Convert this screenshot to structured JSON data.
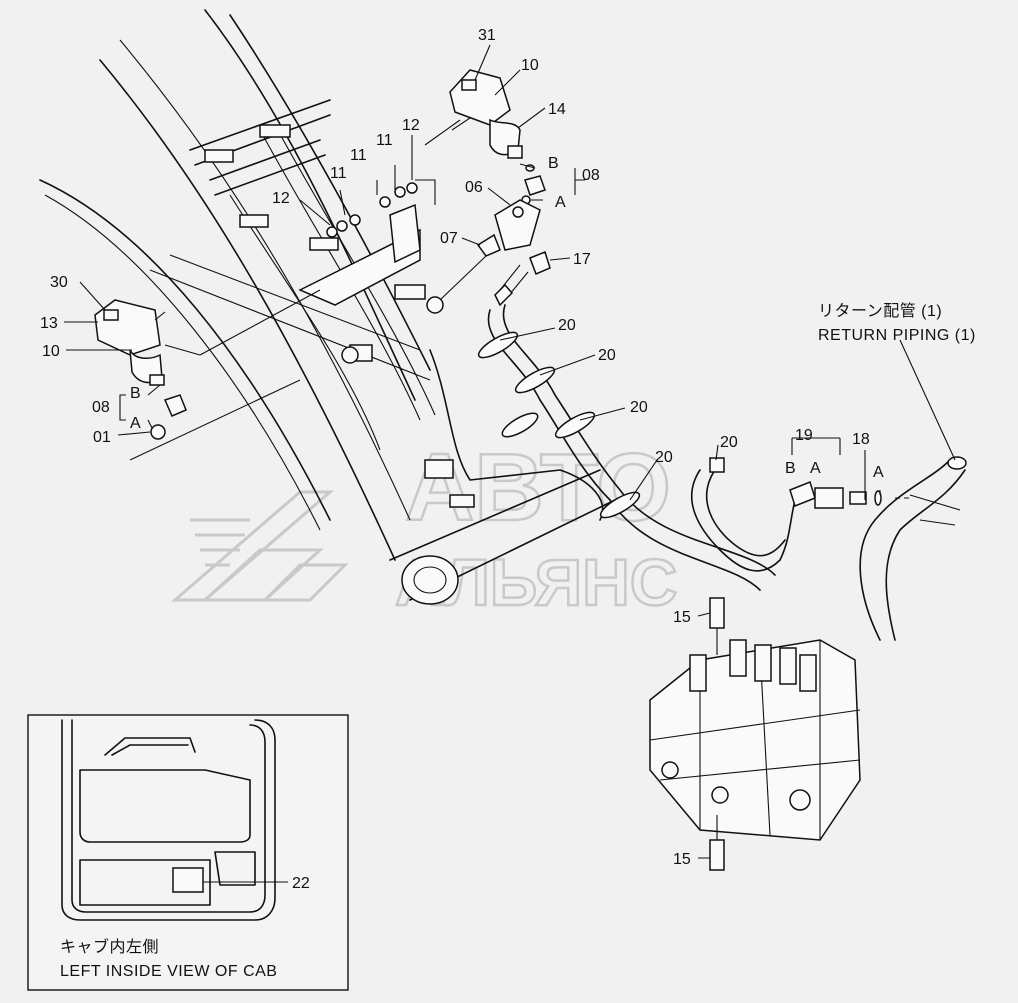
{
  "callouts": {
    "c31": "31",
    "c10_top": "10",
    "c14": "14",
    "c12_top": "12",
    "c11_a": "11",
    "c11_b": "11",
    "c11_c": "11",
    "c12_left": "12",
    "c06": "06",
    "c07": "07",
    "c17": "17",
    "cB_top": "B",
    "cA_top": "A",
    "c08_top": "08",
    "c30": "30",
    "c13": "13",
    "c10_left": "10",
    "cB_left": "B",
    "c08_left": "08",
    "cA_left": "A",
    "c01": "01",
    "c20_a": "20",
    "c20_b": "20",
    "c20_c": "20",
    "c20_d": "20",
    "c20_e": "20",
    "c19": "19",
    "c18": "18",
    "cB_right": "B",
    "cA_right": "A",
    "cA_far": "A",
    "c15_top": "15",
    "c15_bot": "15",
    "c22": "22"
  },
  "return_piping": {
    "jp": "リターン配管 (1)",
    "en": "RETURN PIPING (1)"
  },
  "cab_view": {
    "jp": "キャブ内左側",
    "en": "LEFT INSIDE VIEW OF CAB"
  },
  "watermark": {
    "line1": "АВТО",
    "line2": "АЛЬЯНС"
  }
}
